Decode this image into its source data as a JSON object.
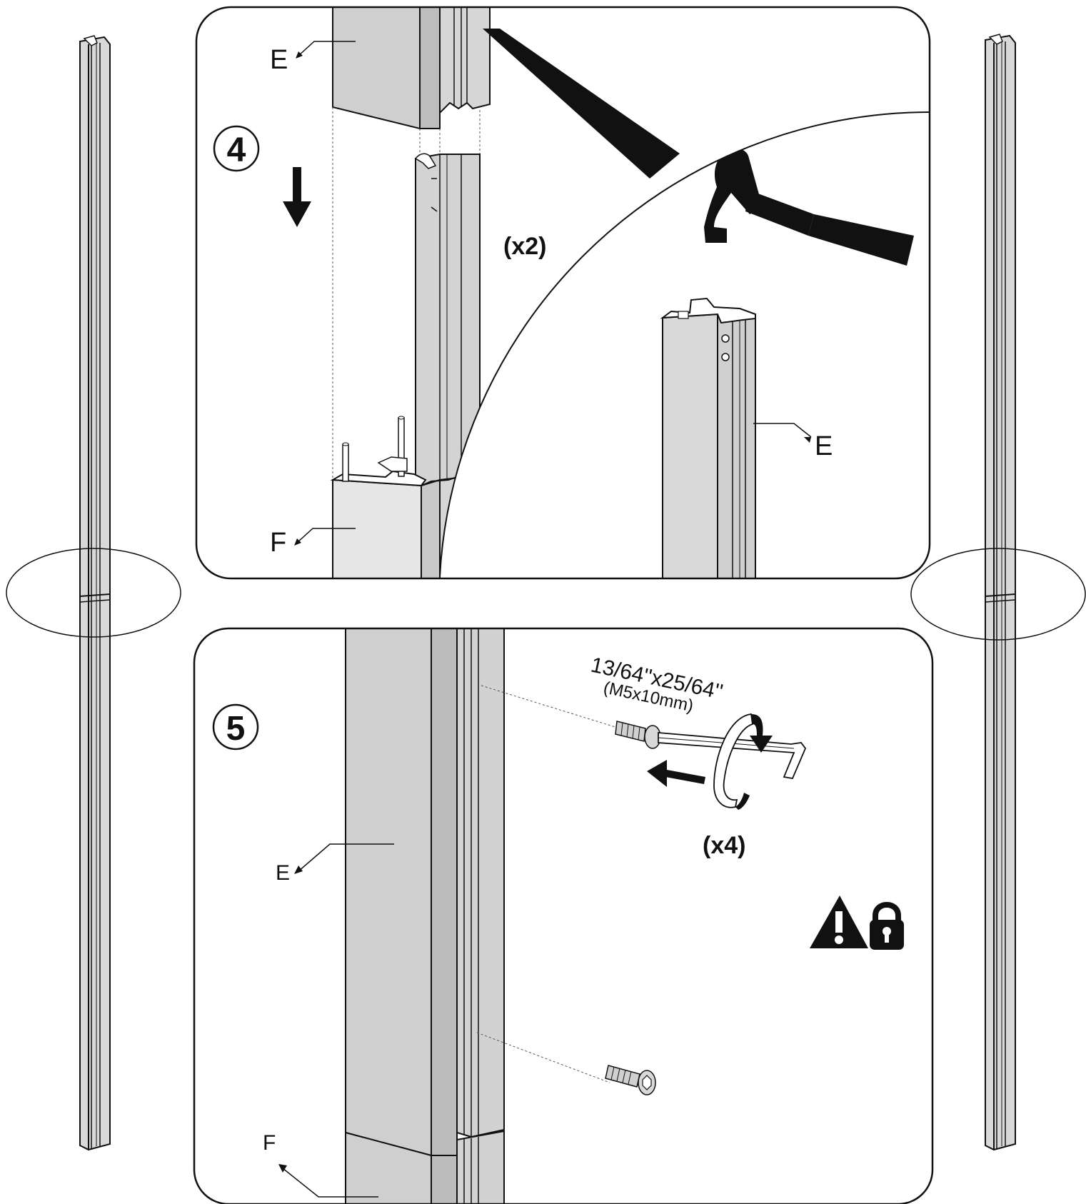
{
  "step4": {
    "number": "4",
    "part_top": "E",
    "part_bottom": "F",
    "quantity": "(x2)",
    "detail_part": "E"
  },
  "step5": {
    "number": "5",
    "part_upper": "E",
    "part_lower": "F",
    "screw_size": "13/64''x25/64''",
    "screw_metric": "(M5x10mm)",
    "quantity": "(x4)"
  },
  "icons": [
    "down-arrow-icon",
    "hammer-icon",
    "hex-key-icon",
    "rotate-icon",
    "warning-icon",
    "padlock-icon",
    "screw-icon"
  ],
  "colors": {
    "line": "#111111",
    "profile_light": "#e4e4e4",
    "profile_mid": "#cfcfcf",
    "profile_dark": "#bdbdbd",
    "background": "#ffffff"
  }
}
